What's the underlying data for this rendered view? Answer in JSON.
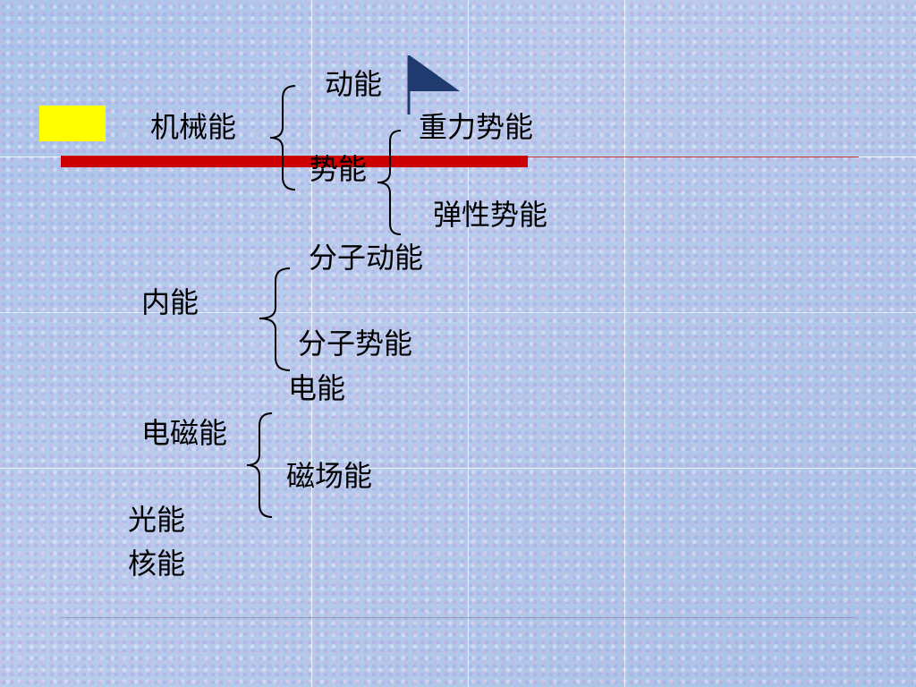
{
  "colors": {
    "accent_red": "#cc0000",
    "accent_yellow": "#ffff00",
    "flag_blue": "#1f3a6e"
  },
  "icons": {
    "flag": "flag-icon"
  },
  "diagram": {
    "mechanical": {
      "label": "机械能",
      "kinetic": "动能",
      "potential": "势能",
      "gravity": "重力势能",
      "elastic": "弹性势能"
    },
    "internal": {
      "label": "内能",
      "molecular_kinetic": "分子动能",
      "molecular_potential": "分子势能"
    },
    "electromagnetic": {
      "label": "电磁能",
      "electric": "电能",
      "magnetic": "磁场能"
    },
    "light": "光能",
    "nuclear": "核能"
  }
}
